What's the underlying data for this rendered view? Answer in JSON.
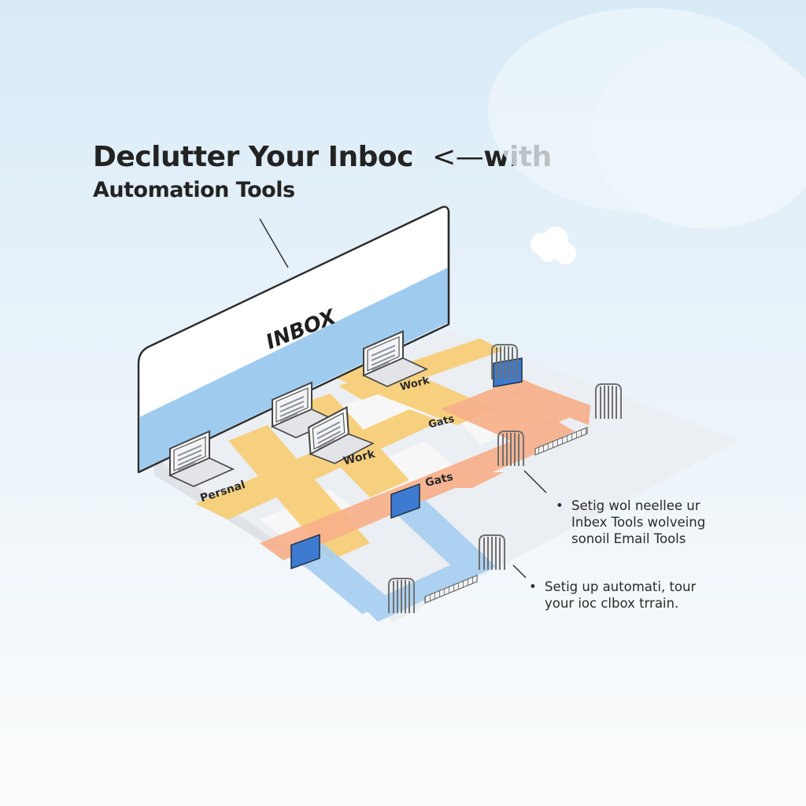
{
  "title": {
    "line1": "Declutter Your Inboc",
    "arrow": "<—",
    "line1_end": "with",
    "line2": "Automation Tools"
  },
  "inbox": {
    "label": "INBOX"
  },
  "lanes": {
    "personal": "Persnal",
    "work_top": "Work",
    "work_mid": "Work",
    "gates_top": "Gats",
    "gates_mid": "Gats"
  },
  "bullets": [
    {
      "lines": [
        "Setig wol neellee ur",
        "Inbex Tools wolveing",
        "sonoil Email Tools"
      ]
    },
    {
      "lines": [
        "Setig up automati, tour",
        "your ioc clbox trrain."
      ]
    }
  ],
  "colors": {
    "yellow_lane": "#f7cf78",
    "orange_lane": "#f7b08a",
    "blue_lane": "#a7cef0",
    "board_blue": "#9fcbef",
    "gate_blue": "#3d7bd0",
    "text": "#232323"
  },
  "icons": [
    "email-document-icon",
    "gate-icon",
    "cloud-icon",
    "arrow-left-icon"
  ]
}
